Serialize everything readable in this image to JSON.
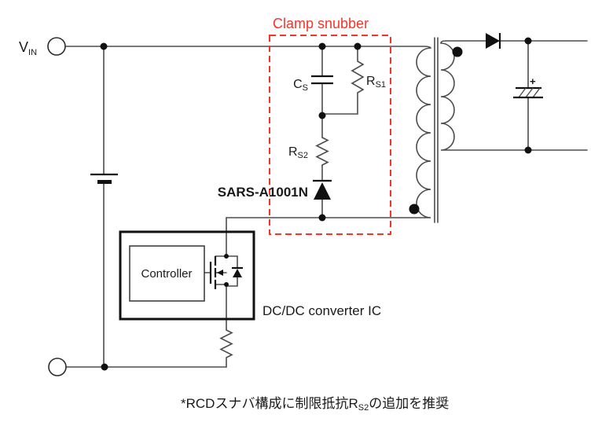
{
  "diagram": {
    "clamp_box_title": "Clamp snubber",
    "labels": {
      "vin": {
        "base": "V",
        "sub": "IN"
      },
      "cs": {
        "base": "C",
        "sub": "S"
      },
      "rs1": {
        "base": "R",
        "sub": "S1"
      },
      "rs2": {
        "base": "R",
        "sub": "S2"
      },
      "snubber_diode_part": "SARS-A1001N",
      "controller": "Controller",
      "converter_ic": "DC/DC converter IC",
      "output_cap_polarity": "+"
    },
    "footnote": {
      "pre": "*RCDスナバ構成に制限抵抗R",
      "sub": "S2",
      "post": "の追加を推奨"
    },
    "colors": {
      "accent_red": "#f4362a",
      "wire": "#4d4d4d",
      "component_black": "#111111",
      "background": "#ffffff"
    }
  }
}
